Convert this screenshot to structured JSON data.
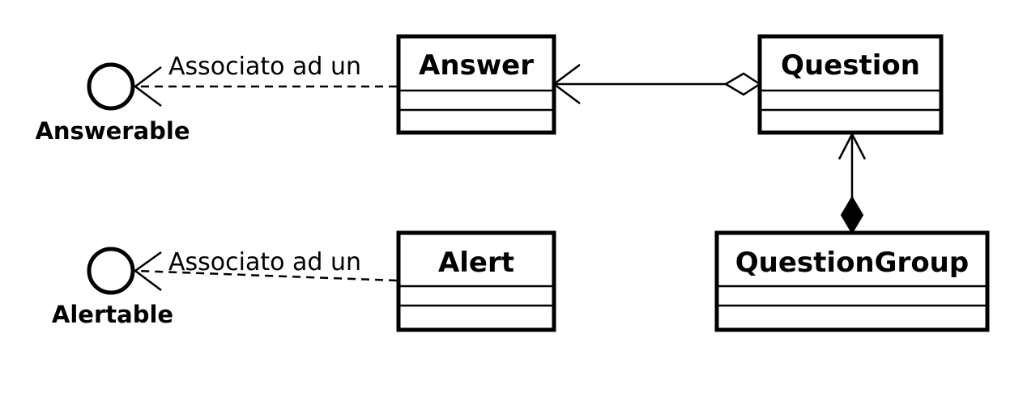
{
  "diagram": {
    "classes": {
      "answer": "Answer",
      "question": "Question",
      "alert": "Alert",
      "question_group": "QuestionGroup"
    },
    "interfaces": {
      "answerable": "Answerable",
      "alertable": "Alertable"
    },
    "edge_labels": {
      "answer_to_answerable": "Associato ad un",
      "alert_to_alertable": "Associato ad un"
    }
  }
}
